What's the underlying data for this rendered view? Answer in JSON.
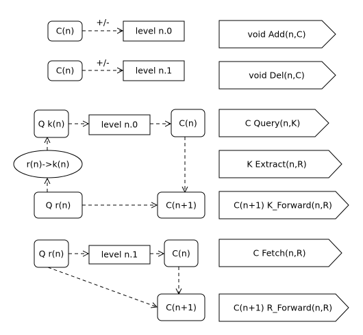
{
  "nodes": {
    "c_add": "C(n)",
    "level_add": "level n.0",
    "c_del": "C(n)",
    "level_del": "level n.1",
    "q_k": "Q k(n)",
    "level_query": "level n.0",
    "c_query": "C(n)",
    "r_to_k": "r(n)->k(n)",
    "q_r_forward": "Q r(n)",
    "c_next_k_forward": "C(n+1)",
    "q_r_fetch": "Q r(n)",
    "level_fetch": "level n.1",
    "c_fetch": "C(n)",
    "c_next_r_forward": "C(n+1)"
  },
  "edge_labels": {
    "add": "+/-",
    "del": "+/-"
  },
  "functions": {
    "add": "void Add(n,C)",
    "del": "void Del(n,C)",
    "query": "C Query(n,K)",
    "extract": "K Extract(n,R)",
    "k_forward": "C(n+1) K_Forward(n,R)",
    "fetch": "C Fetch(n,R)",
    "r_forward": "C(n+1) R_Forward(n,R)"
  }
}
